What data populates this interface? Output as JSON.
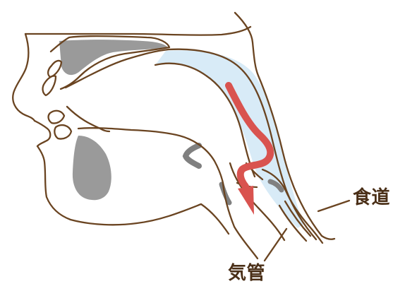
{
  "labels": {
    "esophagus": "食道",
    "trachea": "気管"
  },
  "colors": {
    "outline": "#6a4421",
    "airway": "#d8ebf7",
    "arrow": "#d9534f",
    "tissue_gray": "#9a9a9a"
  },
  "icons": {
    "flow_arrow": "red-down-curved-arrow"
  }
}
